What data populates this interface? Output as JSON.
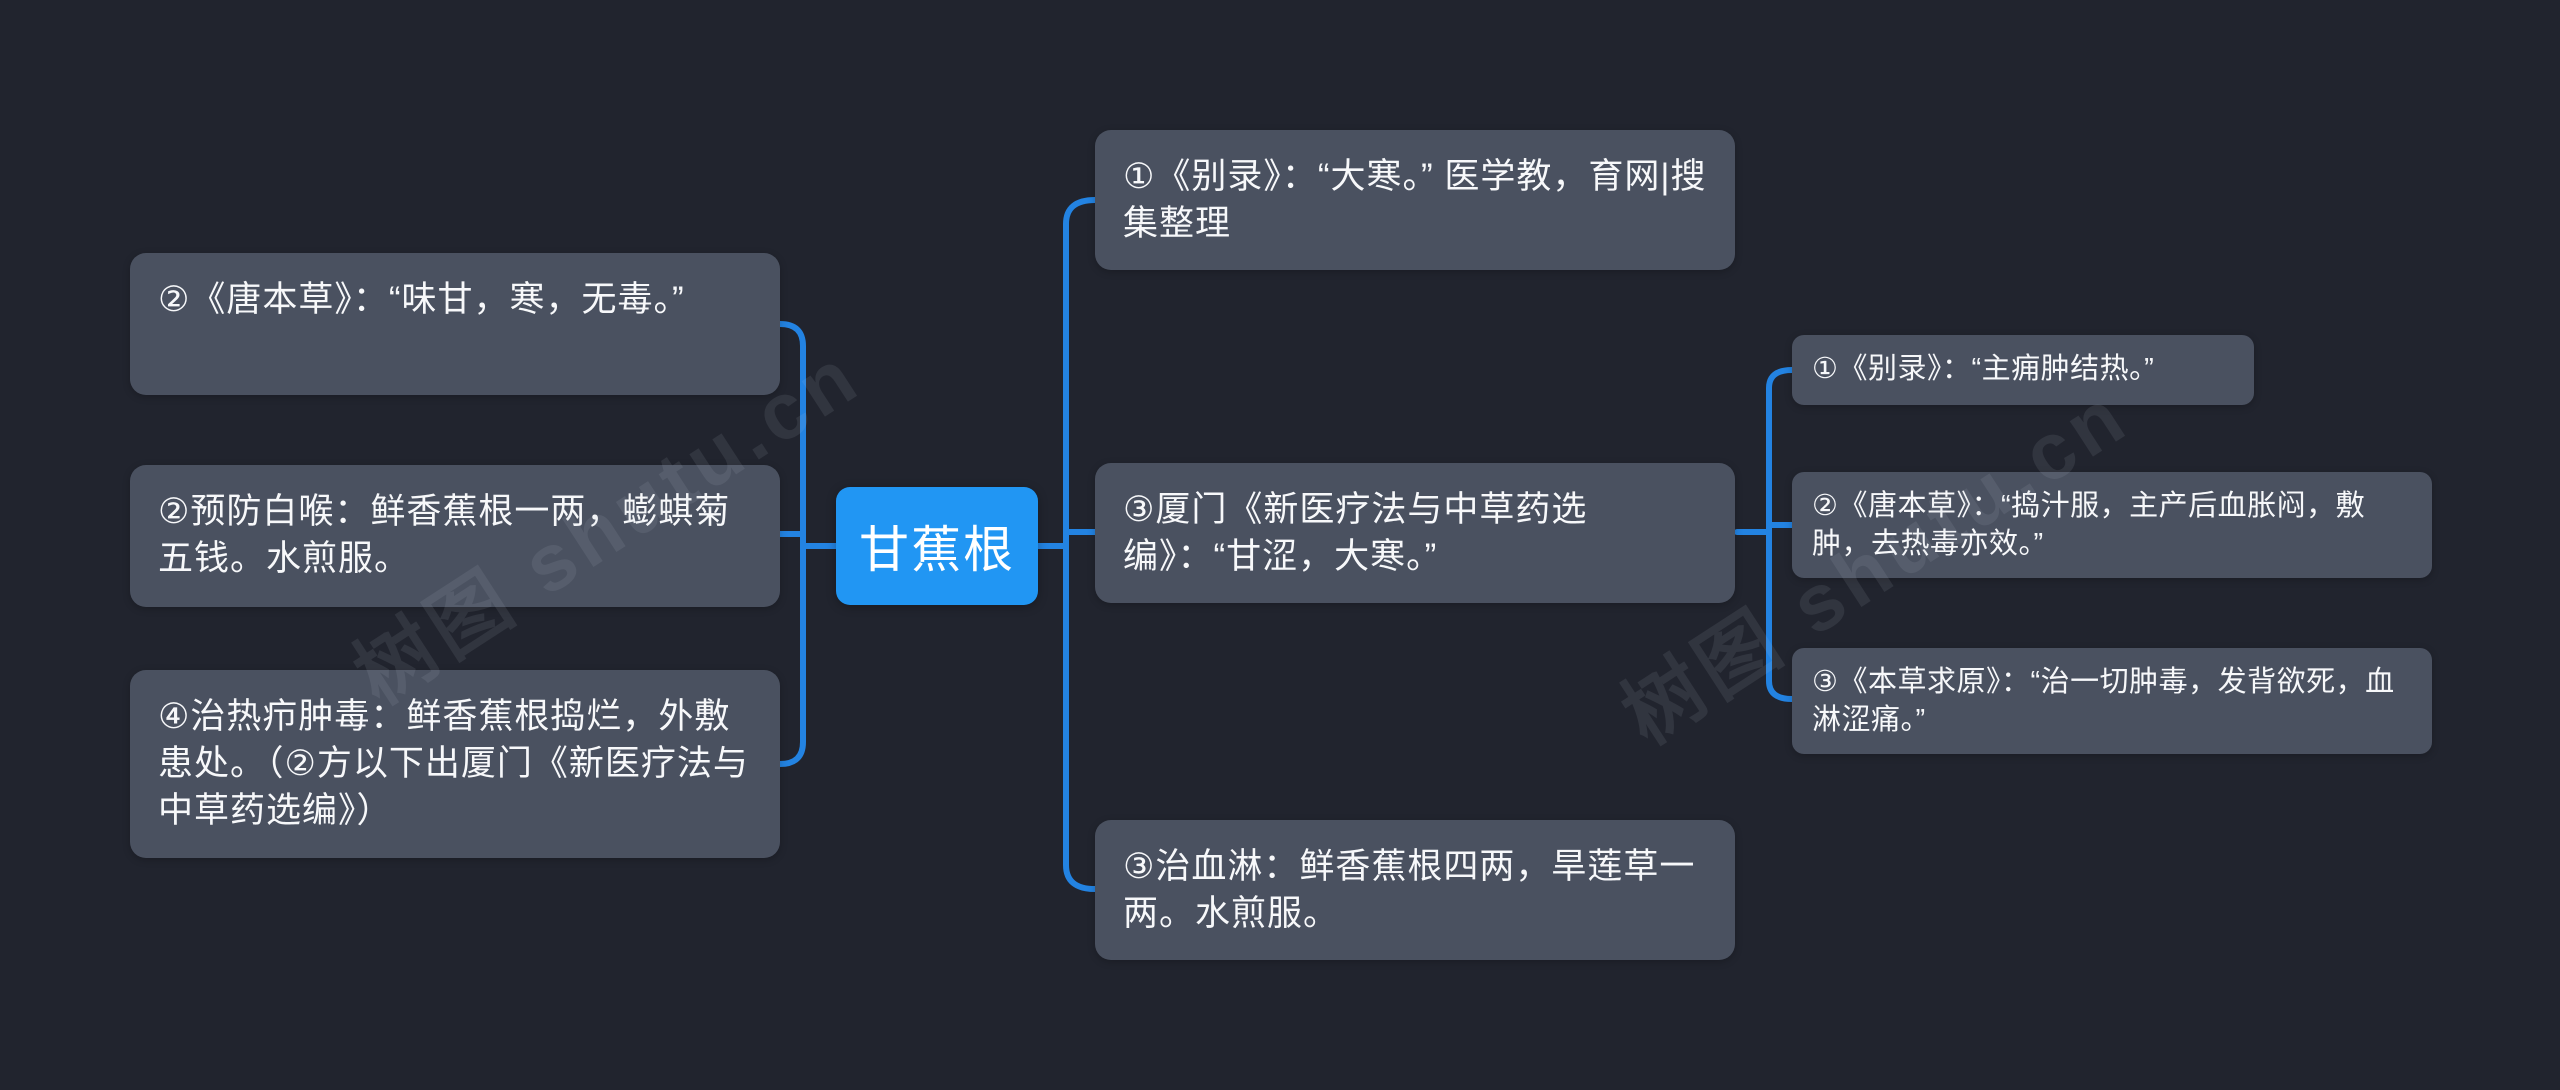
{
  "canvas": {
    "watermark_text": "树图 shutu.cn"
  },
  "colors": {
    "background": "#21242e",
    "node_fill": "#4a5160",
    "node_text": "#f7f8fa",
    "root_fill": "#2196f3",
    "connector": "#2383e2"
  },
  "mindmap": {
    "root": {
      "label": "甘蕉根"
    },
    "left_branches": [
      {
        "text": "②《唐本草》：“味甘，寒，无毒。”"
      },
      {
        "text": "②预防白喉：鲜香蕉根一两，蟛蜞菊五钱。水煎服。"
      },
      {
        "text": "④治热疖肿毒：鲜香蕉根捣烂，外敷患处。（②方以下出厦门《新医疗法与中草药选编》）"
      }
    ],
    "right_branches": [
      {
        "text": "①《别录》：“大寒。” 医学教，育网|搜集整理"
      },
      {
        "text": "③厦门《新医疗法与中草药选编》：“甘涩，大寒。”",
        "children": [
          {
            "text": "①《别录》：“主痈肿结热。”"
          },
          {
            "text": "②《唐本草》：“捣汁服，主产后血胀闷，敷肿，去热毒亦效。”"
          },
          {
            "text": "③《本草求原》：“治一切肿毒，发背欲死，血淋涩痛。”"
          }
        ]
      },
      {
        "text": "③治血淋：鲜香蕉根四两，旱莲草一两。水煎服。"
      }
    ]
  }
}
